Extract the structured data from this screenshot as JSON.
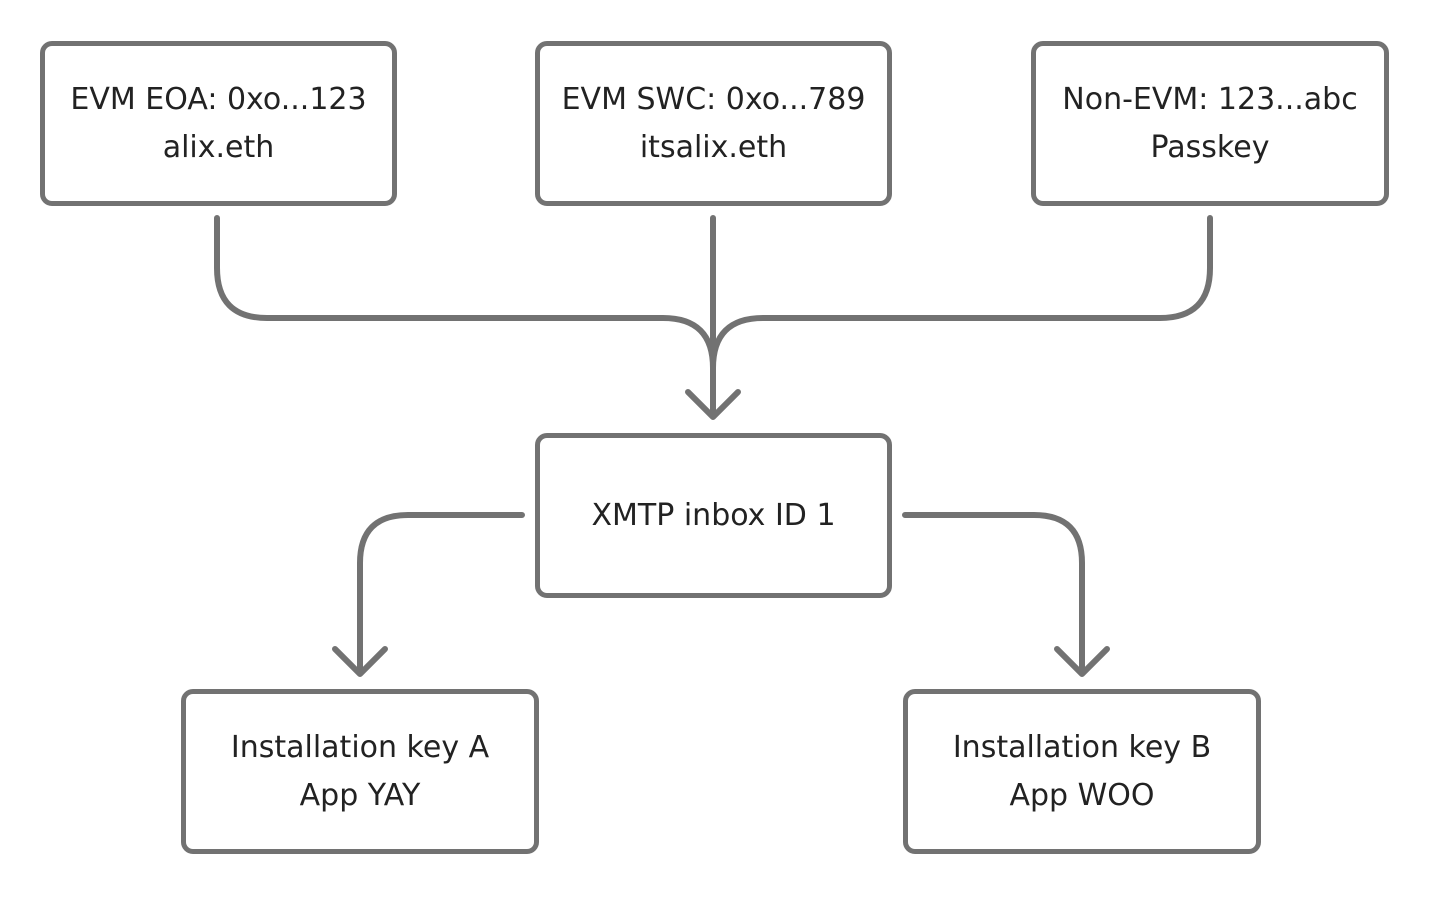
{
  "colors": {
    "line": "#727272",
    "text": "#222222",
    "background": "#ffffff"
  },
  "nodes": {
    "evm_eoa": {
      "line1": "EVM EOA: 0xo...123",
      "line2": "alix.eth"
    },
    "evm_swc": {
      "line1": "EVM SWC: 0xo...789",
      "line2": "itsalix.eth"
    },
    "non_evm": {
      "line1": "Non-EVM: 123...abc",
      "line2": "Passkey"
    },
    "inbox": {
      "line1": "XMTP inbox ID 1"
    },
    "install_a": {
      "line1": "Installation key A",
      "line2": "App YAY"
    },
    "install_b": {
      "line1": "Installation key B",
      "line2": "App WOO"
    }
  },
  "edges": [
    {
      "from": "evm_eoa",
      "to": "inbox"
    },
    {
      "from": "evm_swc",
      "to": "inbox"
    },
    {
      "from": "non_evm",
      "to": "inbox"
    },
    {
      "from": "inbox",
      "to": "install_a"
    },
    {
      "from": "inbox",
      "to": "install_b"
    }
  ]
}
